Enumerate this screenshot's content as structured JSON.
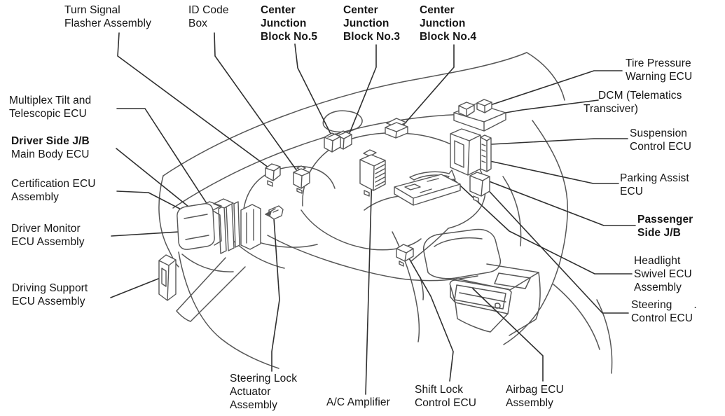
{
  "diagram": {
    "type": "component-location-line-art",
    "colors": {
      "background": "#ffffff",
      "label_ink": "#161616",
      "art_line": "#575757",
      "leader_line": "#303030"
    },
    "labels": [
      {
        "id": "turn-signal-flasher-assembly",
        "text": "Turn Signal\nFlasher Assembly",
        "bold": false
      },
      {
        "id": "id-code-box",
        "text": "ID Code\nBox",
        "bold": false
      },
      {
        "id": "center-junction-block-no5",
        "text": "Center\nJunction\nBlock No.5",
        "bold": true
      },
      {
        "id": "center-junction-block-no3",
        "text": "Center\nJunction\nBlock No.3",
        "bold": true
      },
      {
        "id": "center-junction-block-no4",
        "text": "Center\nJunction\nBlock No.4",
        "bold": true
      },
      {
        "id": "tire-pressure-warning-ecu",
        "text": "Tire Pressure\nWarning ECU",
        "bold": false
      },
      {
        "id": "dcm-telematics-transciver",
        "text": "DCM (Telematics\nTransciver)",
        "bold": false
      },
      {
        "id": "suspension-control-ecu",
        "text": "Suspension\nControl ECU",
        "bold": false
      },
      {
        "id": "parking-assist-ecu",
        "text": "Parking Assist\nECU",
        "bold": false
      },
      {
        "id": "passenger-side-jb",
        "text": "Passenger\nSide J/B",
        "bold": true
      },
      {
        "id": "headlight-swivel-ecu-assembly",
        "text": "Headlight\nSwivel ECU\nAssembly",
        "bold": false
      },
      {
        "id": "steering-control-ecu",
        "text": "Steering       .\nControl ECU",
        "bold": false
      },
      {
        "id": "multiplex-tilt-telescopic-ecu",
        "text": "Multiplex Tilt and\nTelescopic ECU",
        "bold": false
      },
      {
        "id": "driver-side-jb",
        "text": "Driver Side J/B",
        "bold": true
      },
      {
        "id": "main-body-ecu",
        "text": "Main Body ECU",
        "bold": false
      },
      {
        "id": "certification-ecu-assembly",
        "text": "Certification ECU\nAssembly",
        "bold": false
      },
      {
        "id": "driver-monitor-ecu-assembly",
        "text": "Driver Monitor\nECU Assembly",
        "bold": false
      },
      {
        "id": "driving-support-ecu-assembly",
        "text": "Driving Support\nECU Assembly",
        "bold": false
      },
      {
        "id": "steering-lock-actuator-assembly",
        "text": "Steering Lock\nActuator\nAssembly",
        "bold": false
      },
      {
        "id": "ac-amplifier",
        "text": "A/C Amplifier",
        "bold": false
      },
      {
        "id": "shift-lock-control-ecu",
        "text": "Shift Lock\nControl ECU",
        "bold": false
      },
      {
        "id": "airbag-ecu-assembly",
        "text": "Airbag ECU\nAssembly",
        "bold": false
      }
    ]
  }
}
